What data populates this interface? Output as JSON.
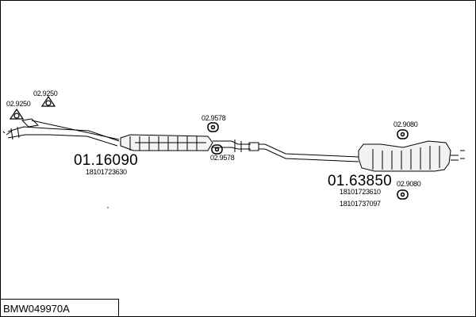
{
  "diagram": {
    "title_code": "BMW049970A",
    "parts": [
      {
        "id": "clamp-left",
        "code": "02.9250"
      },
      {
        "id": "gasket-left",
        "code": "02.9250"
      },
      {
        "id": "rubber-mount-1",
        "code": "02.9578"
      },
      {
        "id": "rubber-mount-2",
        "code": "02.9578"
      },
      {
        "id": "rubber-mount-3",
        "code": "02.9080"
      },
      {
        "id": "rubber-mount-4",
        "code": "02.9080"
      }
    ],
    "assemblies": [
      {
        "id": "front-silencer",
        "code": "01.16090",
        "oem": [
          "18101723630"
        ]
      },
      {
        "id": "rear-silencer",
        "code": "01.63850",
        "oem": [
          "18101723610",
          "18101737097"
        ]
      }
    ]
  }
}
